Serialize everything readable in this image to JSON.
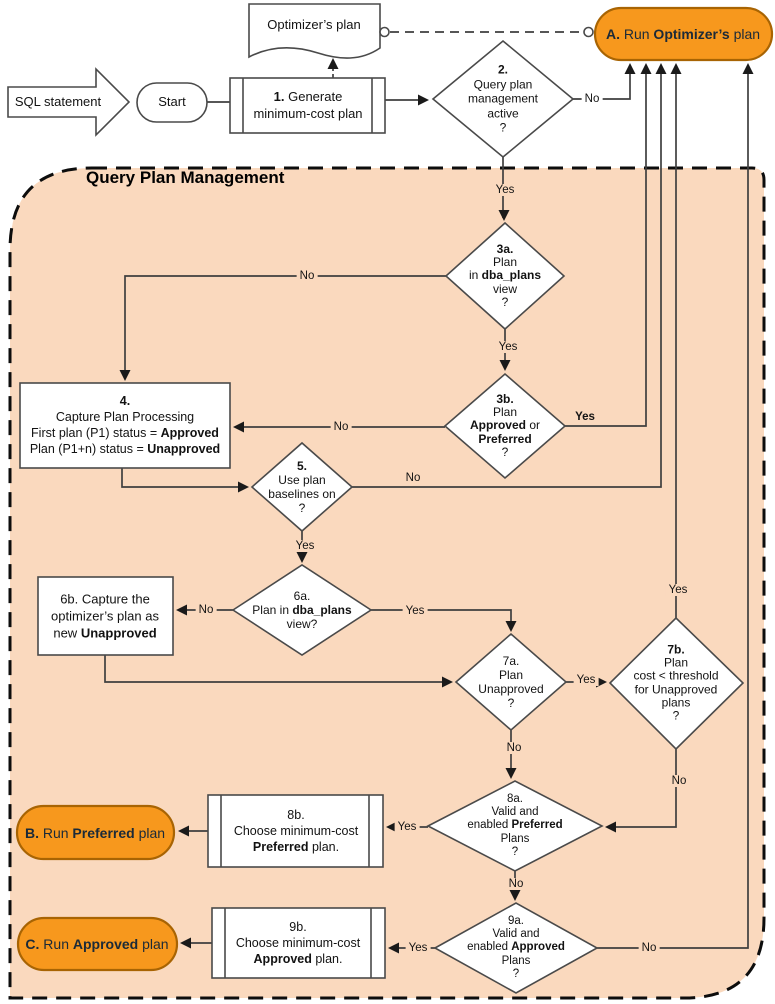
{
  "region_title": "Query Plan Management",
  "colors": {
    "accent_orange": "#f7981d",
    "orange_border": "#a86403",
    "region_fill": "#fad9be",
    "line": "#3f3f3f",
    "oval_text": "#1b2a38"
  },
  "nodes": {
    "sql": [
      {
        "t": "SQL statement"
      }
    ],
    "start": [
      {
        "t": "Start"
      }
    ],
    "doc": [
      {
        "t": "Optimizer’s plan"
      }
    ],
    "p1": [
      {
        "t": "1.",
        "b": true
      },
      {
        "t": " Generate"
      },
      {
        "nl": true
      },
      {
        "t": "minimum-cost plan"
      }
    ],
    "d2": [
      {
        "t": "2.",
        "b": true
      },
      {
        "nl": true
      },
      {
        "t": "Query plan"
      },
      {
        "nl": true
      },
      {
        "t": "management"
      },
      {
        "nl": true
      },
      {
        "t": "active"
      },
      {
        "nl": true
      },
      {
        "t": "?"
      }
    ],
    "A": [
      {
        "t": "A.",
        "b": true
      },
      {
        "t": " Run "
      },
      {
        "t": "Optimizer’s",
        "b": true
      },
      {
        "t": " plan"
      }
    ],
    "d3a": [
      {
        "t": "3a.",
        "b": true
      },
      {
        "nl": true
      },
      {
        "t": "Plan"
      },
      {
        "nl": true
      },
      {
        "t": "in "
      },
      {
        "t": "dba_plans",
        "b": true
      },
      {
        "nl": true
      },
      {
        "t": "view"
      },
      {
        "nl": true
      },
      {
        "t": "?"
      }
    ],
    "p4": [
      {
        "t": "4.",
        "b": true
      },
      {
        "nl": true
      },
      {
        "t": "Capture Plan Processing"
      },
      {
        "nl": true
      },
      {
        "t": "First plan (P1) status = "
      },
      {
        "t": "Approved",
        "b": true
      },
      {
        "nl": true
      },
      {
        "t": "Plan (P1+n) status = "
      },
      {
        "t": "Unapproved",
        "b": true
      }
    ],
    "d3b": [
      {
        "t": "3b.",
        "b": true
      },
      {
        "nl": true
      },
      {
        "t": "Plan"
      },
      {
        "nl": true
      },
      {
        "t": "Approved",
        "b": true
      },
      {
        "t": " or"
      },
      {
        "nl": true
      },
      {
        "t": "Preferred",
        "b": true
      },
      {
        "nl": true
      },
      {
        "t": "?"
      }
    ],
    "d5": [
      {
        "t": "5.",
        "b": true
      },
      {
        "nl": true
      },
      {
        "t": "Use plan"
      },
      {
        "nl": true
      },
      {
        "t": "baselines on"
      },
      {
        "nl": true
      },
      {
        "t": "?"
      }
    ],
    "d6a": [
      {
        "t": "6a."
      },
      {
        "nl": true
      },
      {
        "t": "Plan in "
      },
      {
        "t": "dba_plans",
        "b": true
      },
      {
        "nl": true
      },
      {
        "t": "view?"
      }
    ],
    "p6b": [
      {
        "t": "6b. Capture the"
      },
      {
        "nl": true
      },
      {
        "t": "optimizer’s plan as"
      },
      {
        "nl": true
      },
      {
        "t": "new "
      },
      {
        "t": "Unapproved",
        "b": true
      }
    ],
    "d7a": [
      {
        "t": "7a."
      },
      {
        "nl": true
      },
      {
        "t": "Plan"
      },
      {
        "nl": true
      },
      {
        "t": "Unapproved"
      },
      {
        "nl": true
      },
      {
        "t": "?"
      }
    ],
    "d7b": [
      {
        "t": "7b.",
        "b": true
      },
      {
        "nl": true
      },
      {
        "t": "Plan"
      },
      {
        "nl": true
      },
      {
        "t": "cost < threshold"
      },
      {
        "nl": true
      },
      {
        "t": "for Unapproved"
      },
      {
        "nl": true
      },
      {
        "t": "plans"
      },
      {
        "nl": true
      },
      {
        "t": "?"
      }
    ],
    "d8a": [
      {
        "t": "8a."
      },
      {
        "nl": true
      },
      {
        "t": "Valid and"
      },
      {
        "nl": true
      },
      {
        "t": "enabled "
      },
      {
        "t": "Preferred",
        "b": true
      },
      {
        "nl": true
      },
      {
        "t": "Plans"
      },
      {
        "nl": true
      },
      {
        "t": "?"
      }
    ],
    "p8b": [
      {
        "t": "8b."
      },
      {
        "nl": true
      },
      {
        "t": "Choose minimum-cost"
      },
      {
        "nl": true
      },
      {
        "t": "Preferred",
        "b": true
      },
      {
        "t": " plan."
      }
    ],
    "B": [
      {
        "t": "B.",
        "b": true
      },
      {
        "t": " Run "
      },
      {
        "t": "Preferred",
        "b": true
      },
      {
        "t": " plan"
      }
    ],
    "d9a": [
      {
        "t": "9a."
      },
      {
        "nl": true
      },
      {
        "t": "Valid and"
      },
      {
        "nl": true
      },
      {
        "t": "enabled "
      },
      {
        "t": "Approved",
        "b": true
      },
      {
        "nl": true
      },
      {
        "t": "Plans"
      },
      {
        "nl": true
      },
      {
        "t": "?"
      }
    ],
    "p9b": [
      {
        "t": "9b."
      },
      {
        "nl": true
      },
      {
        "t": "Choose minimum-cost"
      },
      {
        "nl": true
      },
      {
        "t": "Approved",
        "b": true
      },
      {
        "t": " plan."
      }
    ],
    "C": [
      {
        "t": "C.",
        "b": true
      },
      {
        "t": " Run "
      },
      {
        "t": "Approved",
        "b": true
      },
      {
        "t": " plan"
      }
    ]
  },
  "edge_labels": {
    "d2_no": "No",
    "d2_yes": "Yes",
    "d3a_no": "No",
    "d3a_yes": "Yes",
    "d3b_yes": "Yes",
    "d3b_no": "No",
    "d5_no": "No",
    "d5_yes": "Yes",
    "d6a_no": "No",
    "d6a_yes": "Yes",
    "d7a_yes": "Yes",
    "d7a_no": "No",
    "d7b_yes": "Yes",
    "d7b_no": "No",
    "d8a_yes": "Yes",
    "d8a_no": "No",
    "d9a_yes": "Yes",
    "d9a_no": "No"
  }
}
